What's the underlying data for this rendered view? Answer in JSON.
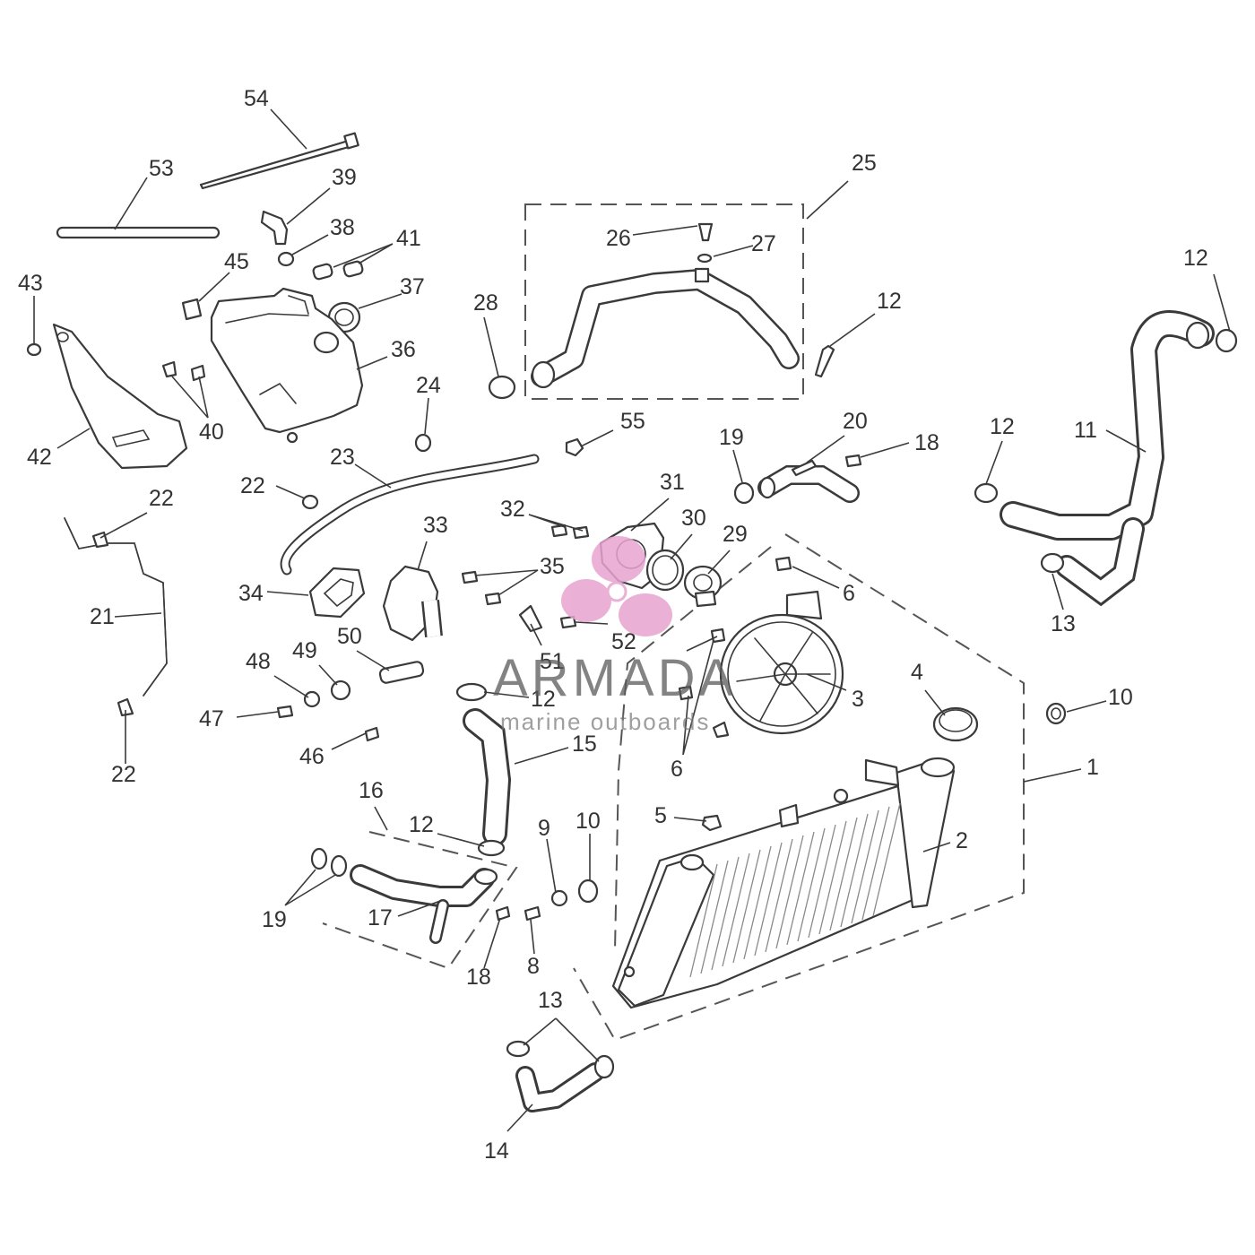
{
  "callouts": {
    "c54": "54",
    "c53": "53",
    "c39": "39",
    "c38": "38",
    "c41": "41",
    "c45": "45",
    "c37": "37",
    "c43": "43",
    "c36": "36",
    "c42": "42",
    "c40": "40",
    "c24": "24",
    "c28": "28",
    "c25": "25",
    "c26": "26",
    "c27": "27",
    "c12a": "12",
    "c12b": "12",
    "c12c": "12",
    "c11": "11",
    "c13a": "13",
    "c55": "55",
    "c19a": "19",
    "c20": "20",
    "c18a": "18",
    "c23": "23",
    "c22a": "22",
    "c22b": "22",
    "c22c": "22",
    "c31": "31",
    "c32": "32",
    "c30": "30",
    "c29": "29",
    "c33": "33",
    "c35": "35",
    "c34": "34",
    "c21": "21",
    "c6a": "6",
    "c6b": "6",
    "c52": "52",
    "c51": "51",
    "c50": "50",
    "c49": "49",
    "c48": "48",
    "c47": "47",
    "c46": "46",
    "c12d": "12",
    "c15": "15",
    "c3": "3",
    "c4": "4",
    "c10a": "10",
    "c1": "1",
    "c16": "16",
    "c12e": "12",
    "c5": "5",
    "c2": "2",
    "c9": "9",
    "c10b": "10",
    "c19b": "19",
    "c17": "17",
    "c18b": "18",
    "c8": "8",
    "c13b": "13",
    "c14": "14"
  },
  "watermark": {
    "brand": "ARMADA",
    "tagline": "marine outboards",
    "logo_color": "#e7a3cf"
  }
}
